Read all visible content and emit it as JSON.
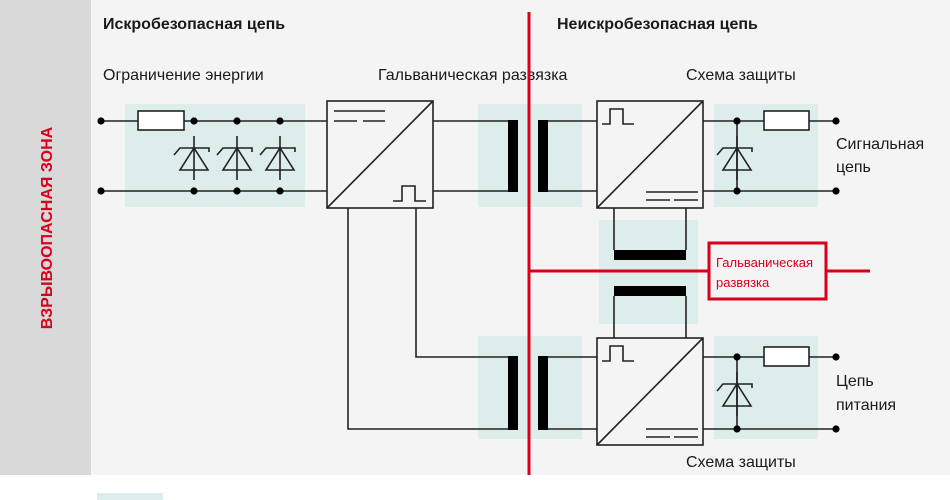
{
  "zone_label": "ВЗРЫВООПАСНАЯ ЗОНА",
  "left_section": {
    "title": "Искробезопасная цепь",
    "energy_limit_label": "Ограничение энергии"
  },
  "right_section": {
    "title": "Неискробезопасная цепь",
    "protection_label_top": "Схема защиты",
    "protection_label_bottom": "Схема защиты",
    "signal_circuit": [
      "Сигнальная",
      "цепь"
    ],
    "power_circuit": [
      "Цепь",
      "питания"
    ]
  },
  "galvanic_isolation_label": "Гальваническая развязка",
  "callout": {
    "lines": [
      "Гальваническая",
      "развязка"
    ]
  },
  "colors": {
    "accent_red": "#d9001b",
    "highlight_teal": "#dcedec",
    "zone_gray": "#d9d9d9",
    "background": "#f4f4f4"
  }
}
